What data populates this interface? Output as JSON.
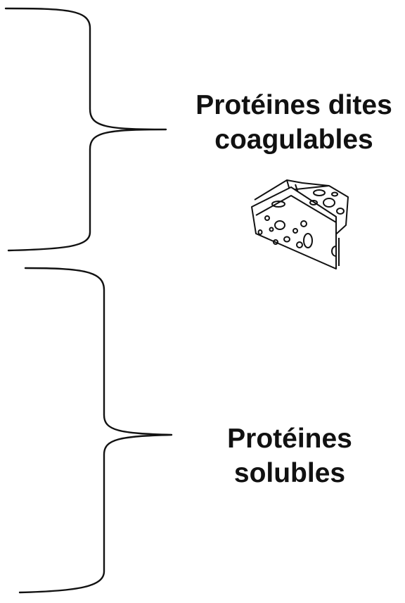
{
  "groups": [
    {
      "id": "coagulable",
      "label_lines": [
        "Protéines dites",
        "coagulables"
      ],
      "icon": "cheese-icon"
    },
    {
      "id": "soluble",
      "label_lines": [
        "Protéines",
        "solubles"
      ]
    }
  ],
  "colors": {
    "stroke": "#111111",
    "text": "#111111",
    "background": "#ffffff"
  }
}
